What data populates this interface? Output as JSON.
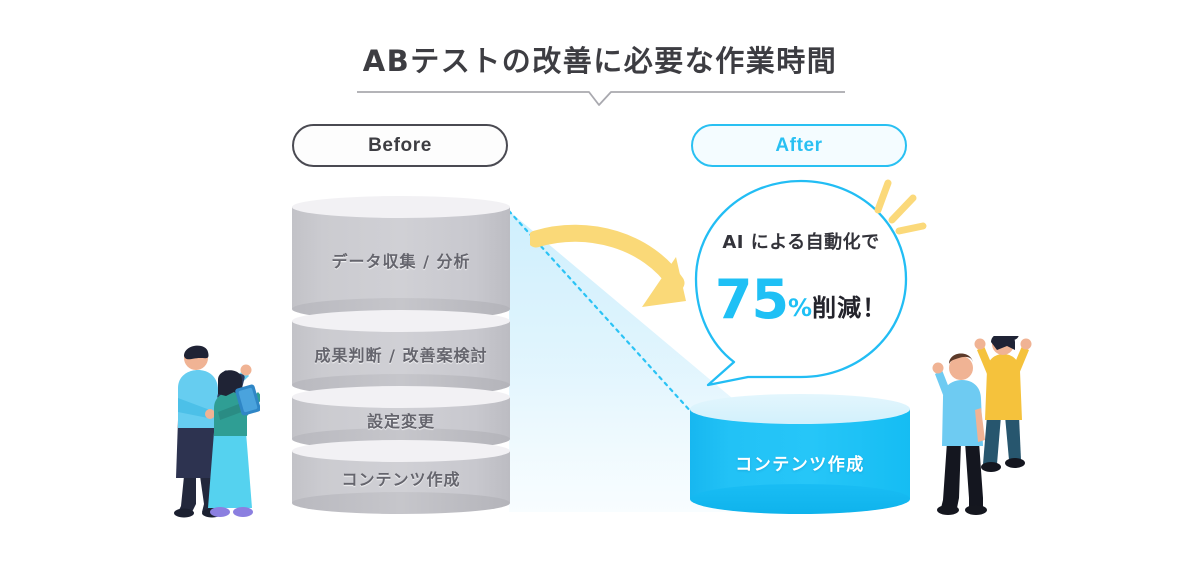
{
  "header": {
    "title": "ABテストの改善に必要な作業時間"
  },
  "compare": {
    "before": {
      "pill_label": "Before",
      "segments": [
        {
          "label": "データ収集 / 分析"
        },
        {
          "label": "成果判断 / 改善案検討"
        },
        {
          "label": "設定変更"
        },
        {
          "label": "コンテンツ作成"
        }
      ]
    },
    "after": {
      "pill_label": "After",
      "segments": [
        {
          "label": "コンテンツ作成"
        }
      ]
    }
  },
  "callout": {
    "line1": "AI による自動化で",
    "value": "75",
    "unit": "%",
    "suffix": "削減！"
  },
  "icons": {
    "arrow": "curved-arrow-icon",
    "sparkle": "sparkle-icon",
    "people_left": "people-working-icon",
    "people_right": "people-celebrating-icon"
  },
  "colors": {
    "accent_cyan": "#1fc0f5",
    "cylinder_gray": "#cbcbd0",
    "arrow_yellow": "#fad978",
    "title_gray": "#3d3d42",
    "wedge_blue": "#d6f1fd"
  }
}
